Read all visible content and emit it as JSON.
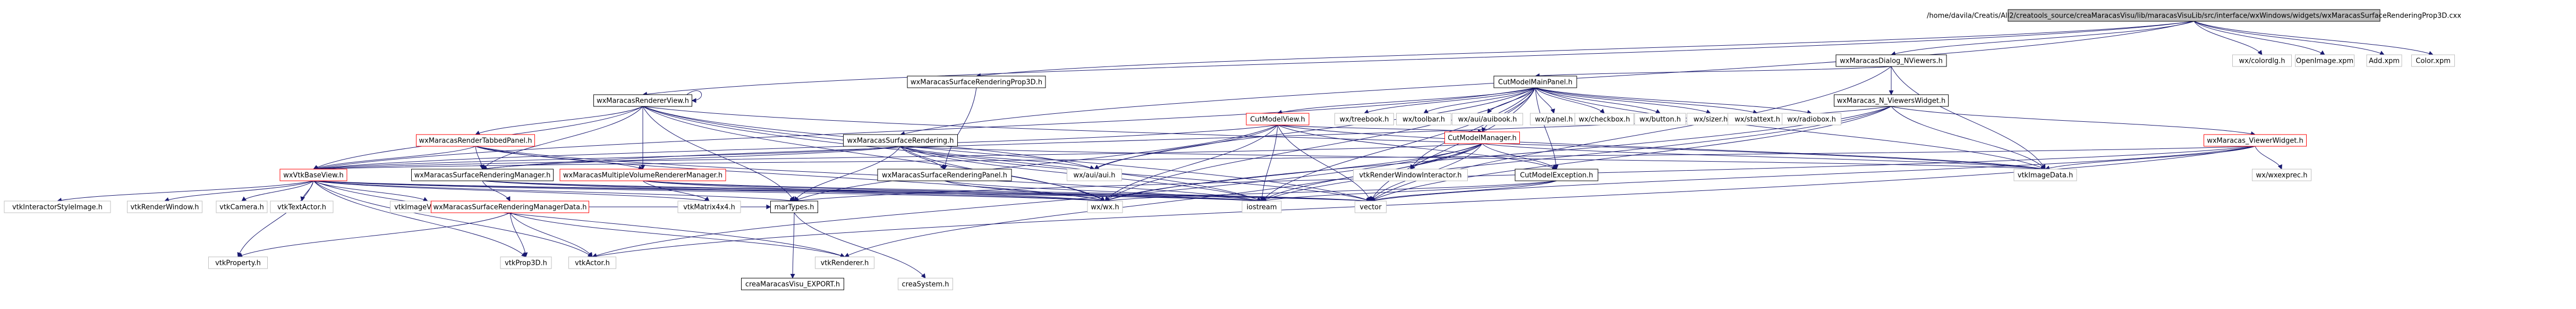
{
  "colors": {
    "edge": "#191970",
    "root_fill": "#bfbfbf",
    "root_border": "#000000",
    "node_fill": "#ffffff",
    "node_border": "#000000",
    "linked_border": "#ff0000",
    "external_border": "#bfbfbf"
  },
  "nodes": [
    {
      "id": "root",
      "label": "/home/davila/Creatis/All2/creatools_source/creaMaracasVisu/lib/maracasVisuLib/src/interface/wxWindows/widgets/wxMaracasSurfaceRenderingProp3D.cxx",
      "kind": "root"
    },
    {
      "id": "colordlg",
      "label": "wx/colordlg.h",
      "kind": "external"
    },
    {
      "id": "openimage",
      "label": "OpenImage.xpm",
      "kind": "external"
    },
    {
      "id": "addxpm",
      "label": "Add.xpm",
      "kind": "external"
    },
    {
      "id": "colorxpm",
      "label": "Color.xpm",
      "kind": "external"
    },
    {
      "id": "dialog",
      "label": "wxMaracasDialog_NViewers.h",
      "kind": "normal"
    },
    {
      "id": "srp3d",
      "label": "wxMaracasSurfaceRenderingProp3D.h",
      "kind": "normal"
    },
    {
      "id": "cutmain",
      "label": "CutModelMainPanel.h",
      "kind": "normal"
    },
    {
      "id": "nviewers",
      "label": "wxMaracas_N_ViewersWidget.h",
      "kind": "normal"
    },
    {
      "id": "rendererview",
      "label": "wxMaracasRendererView.h",
      "kind": "normal"
    },
    {
      "id": "cutmodelview",
      "label": "CutModelView.h",
      "kind": "linked"
    },
    {
      "id": "treebook",
      "label": "wx/treebook.h",
      "kind": "external"
    },
    {
      "id": "toolbar",
      "label": "wx/toolbar.h",
      "kind": "external"
    },
    {
      "id": "auibook",
      "label": "wx/aui/auibook.h",
      "kind": "external"
    },
    {
      "id": "panel",
      "label": "wx/panel.h",
      "kind": "external"
    },
    {
      "id": "checkbox",
      "label": "wx/checkbox.h",
      "kind": "external"
    },
    {
      "id": "button",
      "label": "wx/button.h",
      "kind": "external"
    },
    {
      "id": "sizer",
      "label": "wx/sizer.h",
      "kind": "external"
    },
    {
      "id": "stattext",
      "label": "wx/stattext.h",
      "kind": "external"
    },
    {
      "id": "radiobox",
      "label": "wx/radiobox.h",
      "kind": "external"
    },
    {
      "id": "tabbed",
      "label": "wxMaracasRenderTabbedPanel.h",
      "kind": "linked"
    },
    {
      "id": "cutmanager",
      "label": "CutModelManager.h",
      "kind": "linked"
    },
    {
      "id": "viewerwidget",
      "label": "wxMaracas_ViewerWidget.h",
      "kind": "linked"
    },
    {
      "id": "surfrendering",
      "label": "wxMaracasSurfaceRendering.h",
      "kind": "normal"
    },
    {
      "id": "vtkbaseview",
      "label": "wxVtkBaseView.h",
      "kind": "linked"
    },
    {
      "id": "srmanager",
      "label": "wxMaracasSurfaceRenderingManager.h",
      "kind": "normal"
    },
    {
      "id": "multivol",
      "label": "wxMaracasMultipleVolumeRendererManager.h",
      "kind": "linked"
    },
    {
      "id": "wxaui",
      "label": "wx/aui/aui.h",
      "kind": "external"
    },
    {
      "id": "srpanel",
      "label": "wxMaracasSurfaceRenderingPanel.h",
      "kind": "normal"
    },
    {
      "id": "rwi",
      "label": "vtkRenderWindowInteractor.h",
      "kind": "external"
    },
    {
      "id": "cutexception",
      "label": "CutModelException.h",
      "kind": "normal"
    },
    {
      "id": "imagedata",
      "label": "vtkImageData.h",
      "kind": "external"
    },
    {
      "id": "wxexprec",
      "label": "wx/wxexprec.h",
      "kind": "external"
    },
    {
      "id": "istyle",
      "label": "vtkInteractorStyleImage.h",
      "kind": "external"
    },
    {
      "id": "renderwindow",
      "label": "vtkRenderWindow.h",
      "kind": "external"
    },
    {
      "id": "camera",
      "label": "vtkCamera.h",
      "kind": "external"
    },
    {
      "id": "textactor",
      "label": "vtkTextActor.h",
      "kind": "external"
    },
    {
      "id": "imageviewer2",
      "label": "vtkImageViewer2.h",
      "kind": "external"
    },
    {
      "id": "srmdata",
      "label": "wxMaracasSurfaceRenderingManagerData.h",
      "kind": "linked"
    },
    {
      "id": "matrix",
      "label": "vtkMatrix4x4.h",
      "kind": "external"
    },
    {
      "id": "martypes",
      "label": "marTypes.h",
      "kind": "normal"
    },
    {
      "id": "wxwx",
      "label": "wx/wx.h",
      "kind": "external"
    },
    {
      "id": "iostream",
      "label": "iostream",
      "kind": "external"
    },
    {
      "id": "vector",
      "label": "vector",
      "kind": "external"
    },
    {
      "id": "property",
      "label": "vtkProperty.h",
      "kind": "external"
    },
    {
      "id": "prop3d",
      "label": "vtkProp3D.h",
      "kind": "external"
    },
    {
      "id": "actor",
      "label": "vtkActor.h",
      "kind": "external"
    },
    {
      "id": "renderer",
      "label": "vtkRenderer.h",
      "kind": "external"
    },
    {
      "id": "export",
      "label": "creaMaracasVisu_EXPORT.h",
      "kind": "normal"
    },
    {
      "id": "creasystem",
      "label": "creaSystem.h",
      "kind": "external"
    }
  ],
  "edges": [
    [
      "root",
      "colordlg"
    ],
    [
      "root",
      "openimage"
    ],
    [
      "root",
      "addxpm"
    ],
    [
      "root",
      "colorxpm"
    ],
    [
      "root",
      "dialog"
    ],
    [
      "root",
      "srp3d"
    ],
    [
      "root",
      "surfrendering"
    ],
    [
      "root",
      "rendererview"
    ],
    [
      "dialog",
      "cutmain"
    ],
    [
      "dialog",
      "nviewers"
    ],
    [
      "dialog",
      "vector"
    ],
    [
      "dialog",
      "imagedata"
    ],
    [
      "srp3d",
      "srpanel"
    ],
    [
      "cutmain",
      "cutmodelview"
    ],
    [
      "cutmain",
      "treebook"
    ],
    [
      "cutmain",
      "toolbar"
    ],
    [
      "cutmain",
      "auibook"
    ],
    [
      "cutmain",
      "panel"
    ],
    [
      "cutmain",
      "checkbox"
    ],
    [
      "cutmain",
      "button"
    ],
    [
      "cutmain",
      "sizer"
    ],
    [
      "cutmain",
      "stattext"
    ],
    [
      "cutmain",
      "radiobox"
    ],
    [
      "cutmain",
      "cutmanager"
    ],
    [
      "cutmain",
      "cutexception"
    ],
    [
      "cutmain",
      "vector"
    ],
    [
      "cutmain",
      "wxaui"
    ],
    [
      "cutmain",
      "wxwx"
    ],
    [
      "cutmain",
      "iostream"
    ],
    [
      "cutmain",
      "imagedata"
    ],
    [
      "cutmain",
      "vtkbaseview"
    ],
    [
      "cutmain",
      "rwi"
    ],
    [
      "nviewers",
      "viewerwidget"
    ],
    [
      "nviewers",
      "imagedata"
    ],
    [
      "nviewers",
      "vector"
    ],
    [
      "nviewers",
      "wxwx"
    ],
    [
      "nviewers",
      "iostream"
    ],
    [
      "nviewers",
      "srmanager"
    ],
    [
      "viewerwidget",
      "wxexprec"
    ],
    [
      "viewerwidget",
      "imagedata"
    ],
    [
      "viewerwidget",
      "vtkbaseview"
    ],
    [
      "viewerwidget",
      "vector"
    ],
    [
      "viewerwidget",
      "martypes"
    ],
    [
      "viewerwidget",
      "actor"
    ],
    [
      "rendererview",
      "rendererview"
    ],
    [
      "rendererview",
      "tabbed"
    ],
    [
      "rendererview",
      "srmanager"
    ],
    [
      "rendererview",
      "multivol"
    ],
    [
      "rendererview",
      "wxaui"
    ],
    [
      "rendererview",
      "vtkbaseview"
    ],
    [
      "rendererview",
      "wxwx"
    ],
    [
      "rendererview",
      "iostream"
    ],
    [
      "rendererview",
      "vector"
    ],
    [
      "rendererview",
      "martypes"
    ],
    [
      "rendererview",
      "imagedata"
    ],
    [
      "tabbed",
      "vtkbaseview"
    ],
    [
      "tabbed",
      "srmanager"
    ],
    [
      "tabbed",
      "multivol"
    ],
    [
      "tabbed",
      "wxwx"
    ],
    [
      "tabbed",
      "iostream"
    ],
    [
      "cutmodelview",
      "wxaui"
    ],
    [
      "cutmodelview",
      "wxwx"
    ],
    [
      "cutmodelview",
      "iostream"
    ],
    [
      "cutmodelview",
      "vector"
    ],
    [
      "cutmodelview",
      "imagedata"
    ],
    [
      "cutmodelview",
      "cutmanager"
    ],
    [
      "cutmodelview",
      "vtkbaseview"
    ],
    [
      "cutmodelview",
      "cutexception"
    ],
    [
      "cutmodelview",
      "martypes"
    ],
    [
      "cutmanager",
      "rwi"
    ],
    [
      "cutmanager",
      "cutexception"
    ],
    [
      "cutmanager",
      "wxwx"
    ],
    [
      "cutmanager",
      "iostream"
    ],
    [
      "cutmanager",
      "vector"
    ],
    [
      "cutmanager",
      "imagedata"
    ],
    [
      "cutmanager",
      "vtkbaseview"
    ],
    [
      "cutmanager",
      "actor"
    ],
    [
      "cutmanager",
      "renderer"
    ],
    [
      "surfrendering",
      "srmanager"
    ],
    [
      "surfrendering",
      "srpanel"
    ],
    [
      "surfrendering",
      "wxaui"
    ],
    [
      "surfrendering",
      "martypes"
    ],
    [
      "surfrendering",
      "wxwx"
    ],
    [
      "surfrendering",
      "iostream"
    ],
    [
      "surfrendering",
      "vector"
    ],
    [
      "surfrendering",
      "imagedata"
    ],
    [
      "surfrendering",
      "vtkbaseview"
    ],
    [
      "vtkbaseview",
      "istyle"
    ],
    [
      "vtkbaseview",
      "renderwindow"
    ],
    [
      "vtkbaseview",
      "camera"
    ],
    [
      "vtkbaseview",
      "textactor"
    ],
    [
      "vtkbaseview",
      "imageviewer2"
    ],
    [
      "vtkbaseview",
      "matrix"
    ],
    [
      "vtkbaseview",
      "martypes"
    ],
    [
      "vtkbaseview",
      "wxwx"
    ],
    [
      "vtkbaseview",
      "iostream"
    ],
    [
      "vtkbaseview",
      "vector"
    ],
    [
      "vtkbaseview",
      "property"
    ],
    [
      "vtkbaseview",
      "prop3d"
    ],
    [
      "vtkbaseview",
      "actor"
    ],
    [
      "vtkbaseview",
      "renderer"
    ],
    [
      "srmanager",
      "srmdata"
    ],
    [
      "srmanager",
      "wxwx"
    ],
    [
      "srmanager",
      "iostream"
    ],
    [
      "srmanager",
      "vector"
    ],
    [
      "multivol",
      "wxwx"
    ],
    [
      "multivol",
      "iostream"
    ],
    [
      "multivol",
      "vector"
    ],
    [
      "multivol",
      "matrix"
    ],
    [
      "srpanel",
      "wxwx"
    ],
    [
      "srpanel",
      "iostream"
    ],
    [
      "cutexception",
      "wxwx"
    ],
    [
      "cutexception",
      "iostream"
    ],
    [
      "cutexception",
      "vector"
    ],
    [
      "srmdata",
      "property"
    ],
    [
      "srmdata",
      "prop3d"
    ],
    [
      "srmdata",
      "actor"
    ],
    [
      "srmdata",
      "renderer"
    ],
    [
      "srmdata",
      "martypes"
    ],
    [
      "martypes",
      "export"
    ],
    [
      "martypes",
      "creasystem"
    ]
  ]
}
